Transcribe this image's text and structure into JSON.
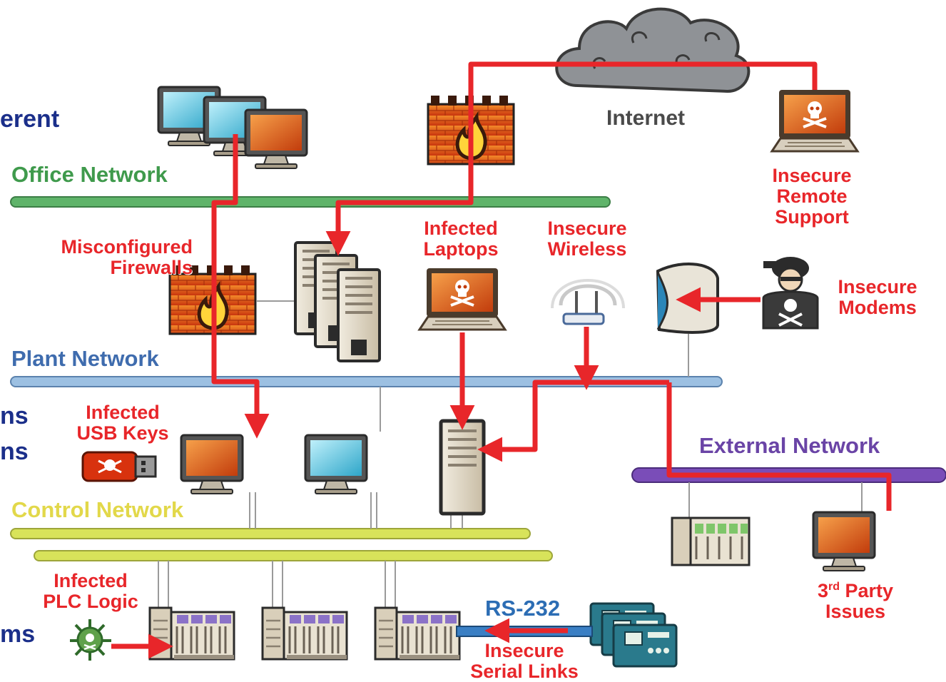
{
  "colors": {
    "office": "#5fb46a",
    "plant": "#8fb3dc",
    "control": "#d8e35a",
    "external": "#7a4db8",
    "threat": "#e8262a",
    "side_text": "#1b2f8a"
  },
  "side_fragments": [
    "erent",
    "ns",
    "ns",
    "ms"
  ],
  "networks": {
    "office": "Office Network",
    "plant": "Plant Network",
    "control": "Control Network",
    "external": "External Network"
  },
  "labels": {
    "internet": "Internet",
    "remote_support": "Insecure\nRemote\nSupport",
    "misconfigured_firewalls": "Misconfigured\nFirewalls",
    "infected_laptops": "Infected\nLaptops",
    "insecure_wireless": "Insecure\nWireless",
    "insecure_modems": "Insecure\nModems",
    "infected_usb": "Infected\nUSB Keys",
    "third_party": "3rd Party\nIssues",
    "infected_plc": "Infected\nPLC Logic",
    "rs232": "RS-232",
    "serial_links": "Insecure\nSerial Links"
  },
  "icons": [
    "cloud-icon",
    "firewall-icon",
    "server-icon",
    "laptop-icon",
    "wireless-router-icon",
    "modem-icon",
    "hacker-icon",
    "usb-key-icon",
    "desktop-pc-icon",
    "plc-icon",
    "virus-icon",
    "serial-device-icon",
    "skull-icon"
  ]
}
